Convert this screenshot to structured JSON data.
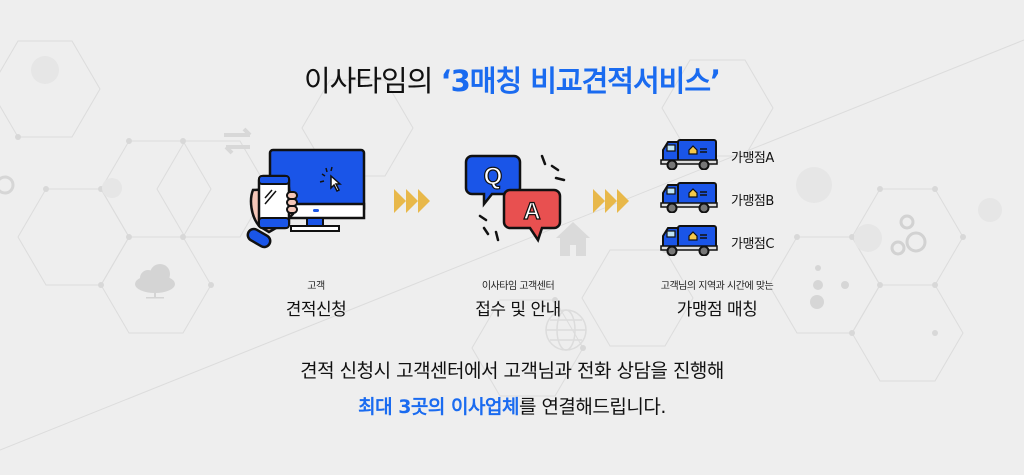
{
  "title": {
    "prefix": "이사타임의 ",
    "highlight": "‘3매칭 비교견적서비스’"
  },
  "steps": [
    {
      "small": "고객",
      "big": "견적신청",
      "icon": "monitor-phone-click-icon"
    },
    {
      "small": "이사타임 고객센터",
      "big": "접수 및 안내",
      "icon": "qa-chat-bubbles-icon"
    },
    {
      "small": "고객님의 지역과 시간에 맞는",
      "big": "가맹점 매칭",
      "icon": "moving-truck-icon"
    }
  ],
  "branches": [
    {
      "label": "가맹점A"
    },
    {
      "label": "가맹점B"
    },
    {
      "label": "가맹점C"
    }
  ],
  "qa_letters": {
    "q": "Q",
    "a": "A"
  },
  "description": {
    "line1": "견적 신청시 고객센터에서 고객님과 전화 상담을 진행해",
    "line2_highlight": "최대 3곳의 이사업체",
    "line2_rest": "를 연결해드립니다."
  },
  "colors": {
    "accent_blue": "#1a6bf0",
    "arrow_gold": "#e8b84a",
    "answer_red": "#e85050",
    "background": "#eeeeee"
  }
}
